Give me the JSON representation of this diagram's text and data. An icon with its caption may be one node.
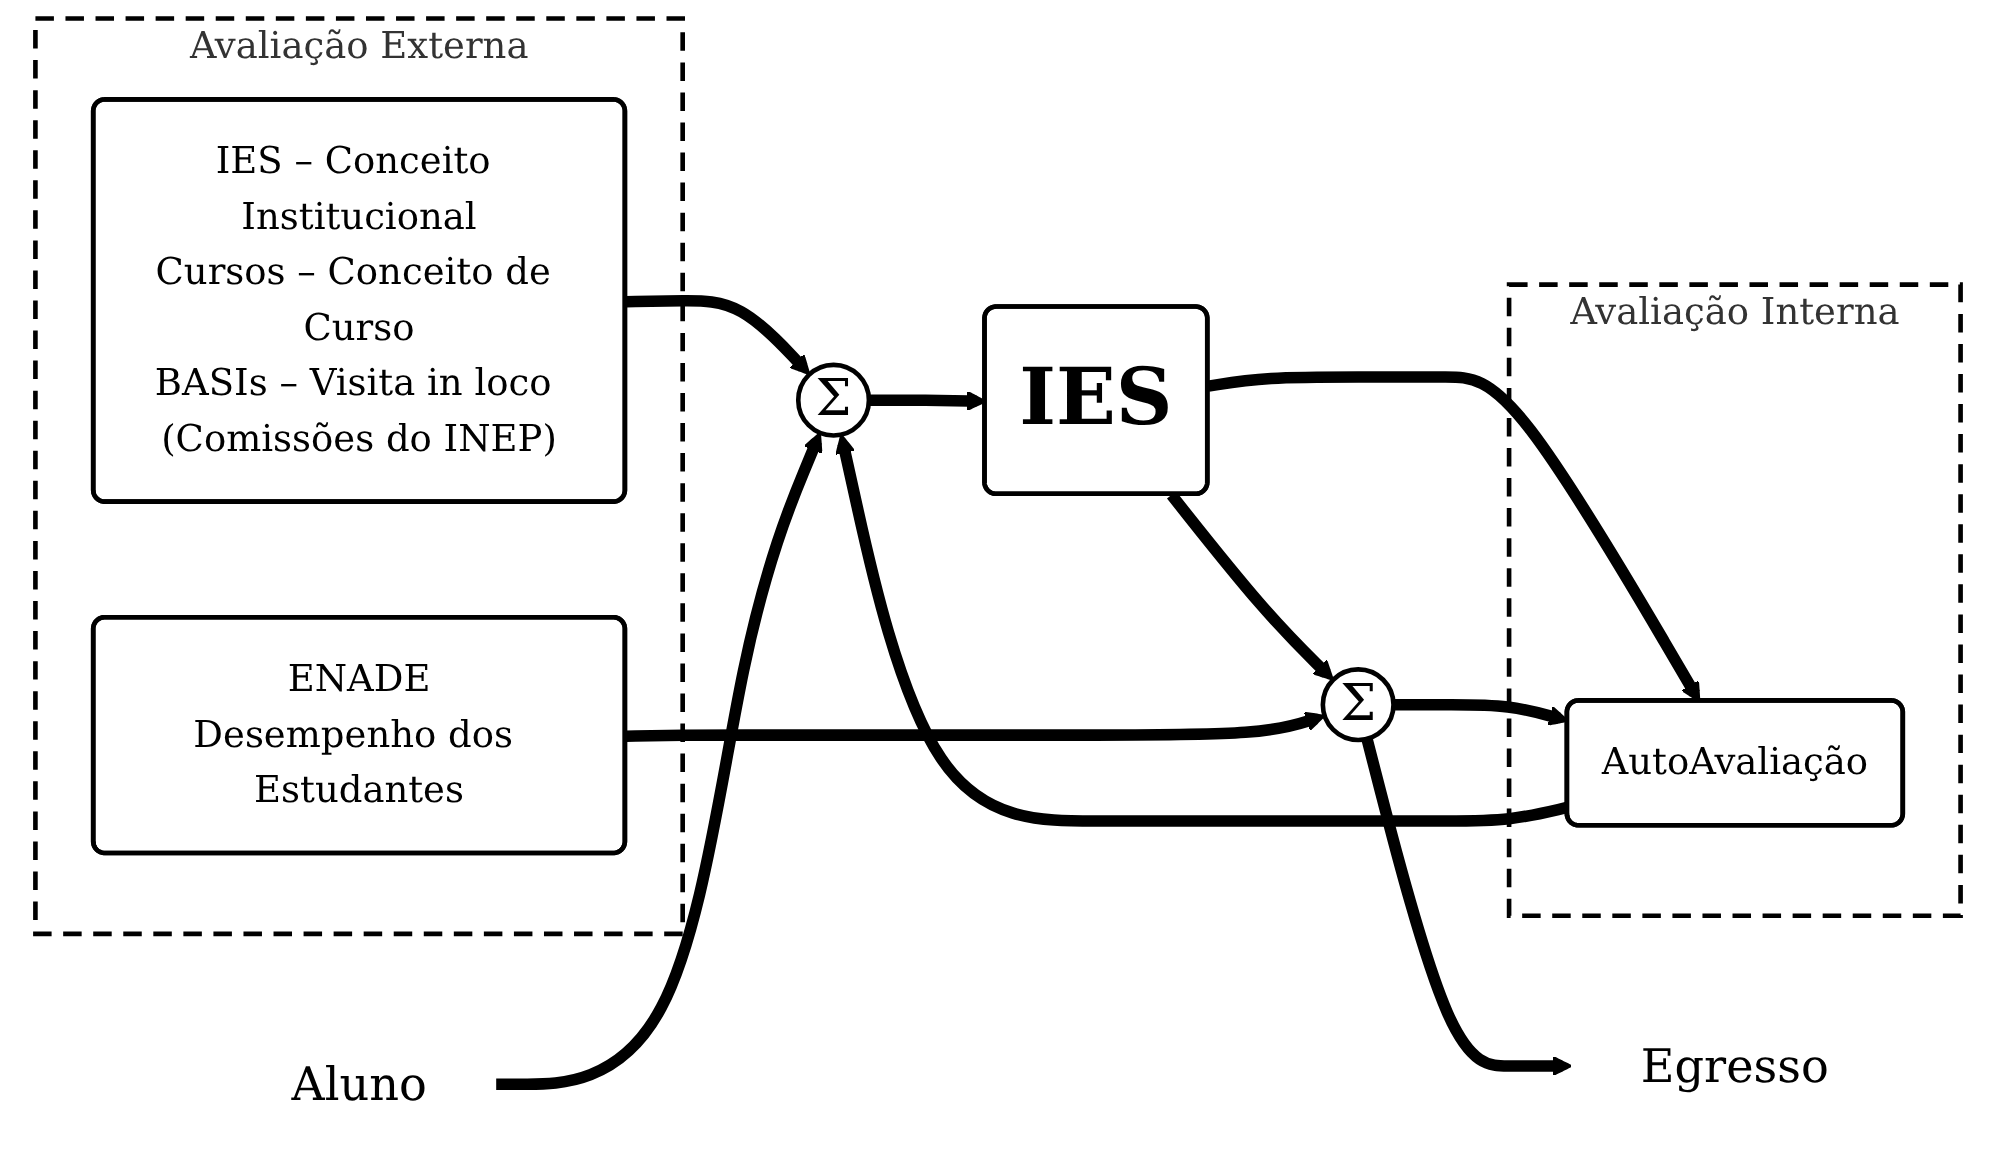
{
  "diagram": {
    "nodes": [
      {
        "text": [
          "Avaliação Externa"
        ]
      },
      {
        "text": [
          "IES – Conceito Institucional",
          "Cursos – Conceito de Curso",
          "BASIs – Visita in loco (Comissões do INEP)"
        ],
        "in": 0
      },
      {
        "text": [
          "ENADE",
          "Desempenho dos Estudantes"
        ],
        "in": 0
      },
      {
        "text": [
          "Aluno"
        ]
      },
      {
        "text": [
          "Σ"
        ]
      },
      {
        "text": [
          "IES"
        ]
      },
      {
        "text": [
          "Σ"
        ]
      },
      {
        "text": [
          "Egresso"
        ]
      },
      {
        "text": [
          "Avaliação Interna"
        ]
      },
      {
        "text": [
          "AutoAvaliação"
        ],
        "in": 8
      }
    ],
    "edges": [
      {
        "from": 1,
        "to": 4,
        "arrow": "to"
      },
      {
        "from": 3,
        "to": 4,
        "arrow": "to"
      },
      {
        "from": 4,
        "to": 5,
        "arrow": "to"
      },
      {
        "from": 5,
        "to": 6,
        "arrow": "to"
      },
      {
        "from": 2,
        "to": 6,
        "arrow": "to"
      },
      {
        "from": 6,
        "to": 7,
        "arrow": "to"
      },
      {
        "from": 5,
        "to": 9,
        "arrow": "to"
      },
      {
        "from": 6,
        "to": 9,
        "arrow": "to"
      },
      {
        "from": 9,
        "to": 4,
        "arrow": "to"
      }
    ]
  }
}
